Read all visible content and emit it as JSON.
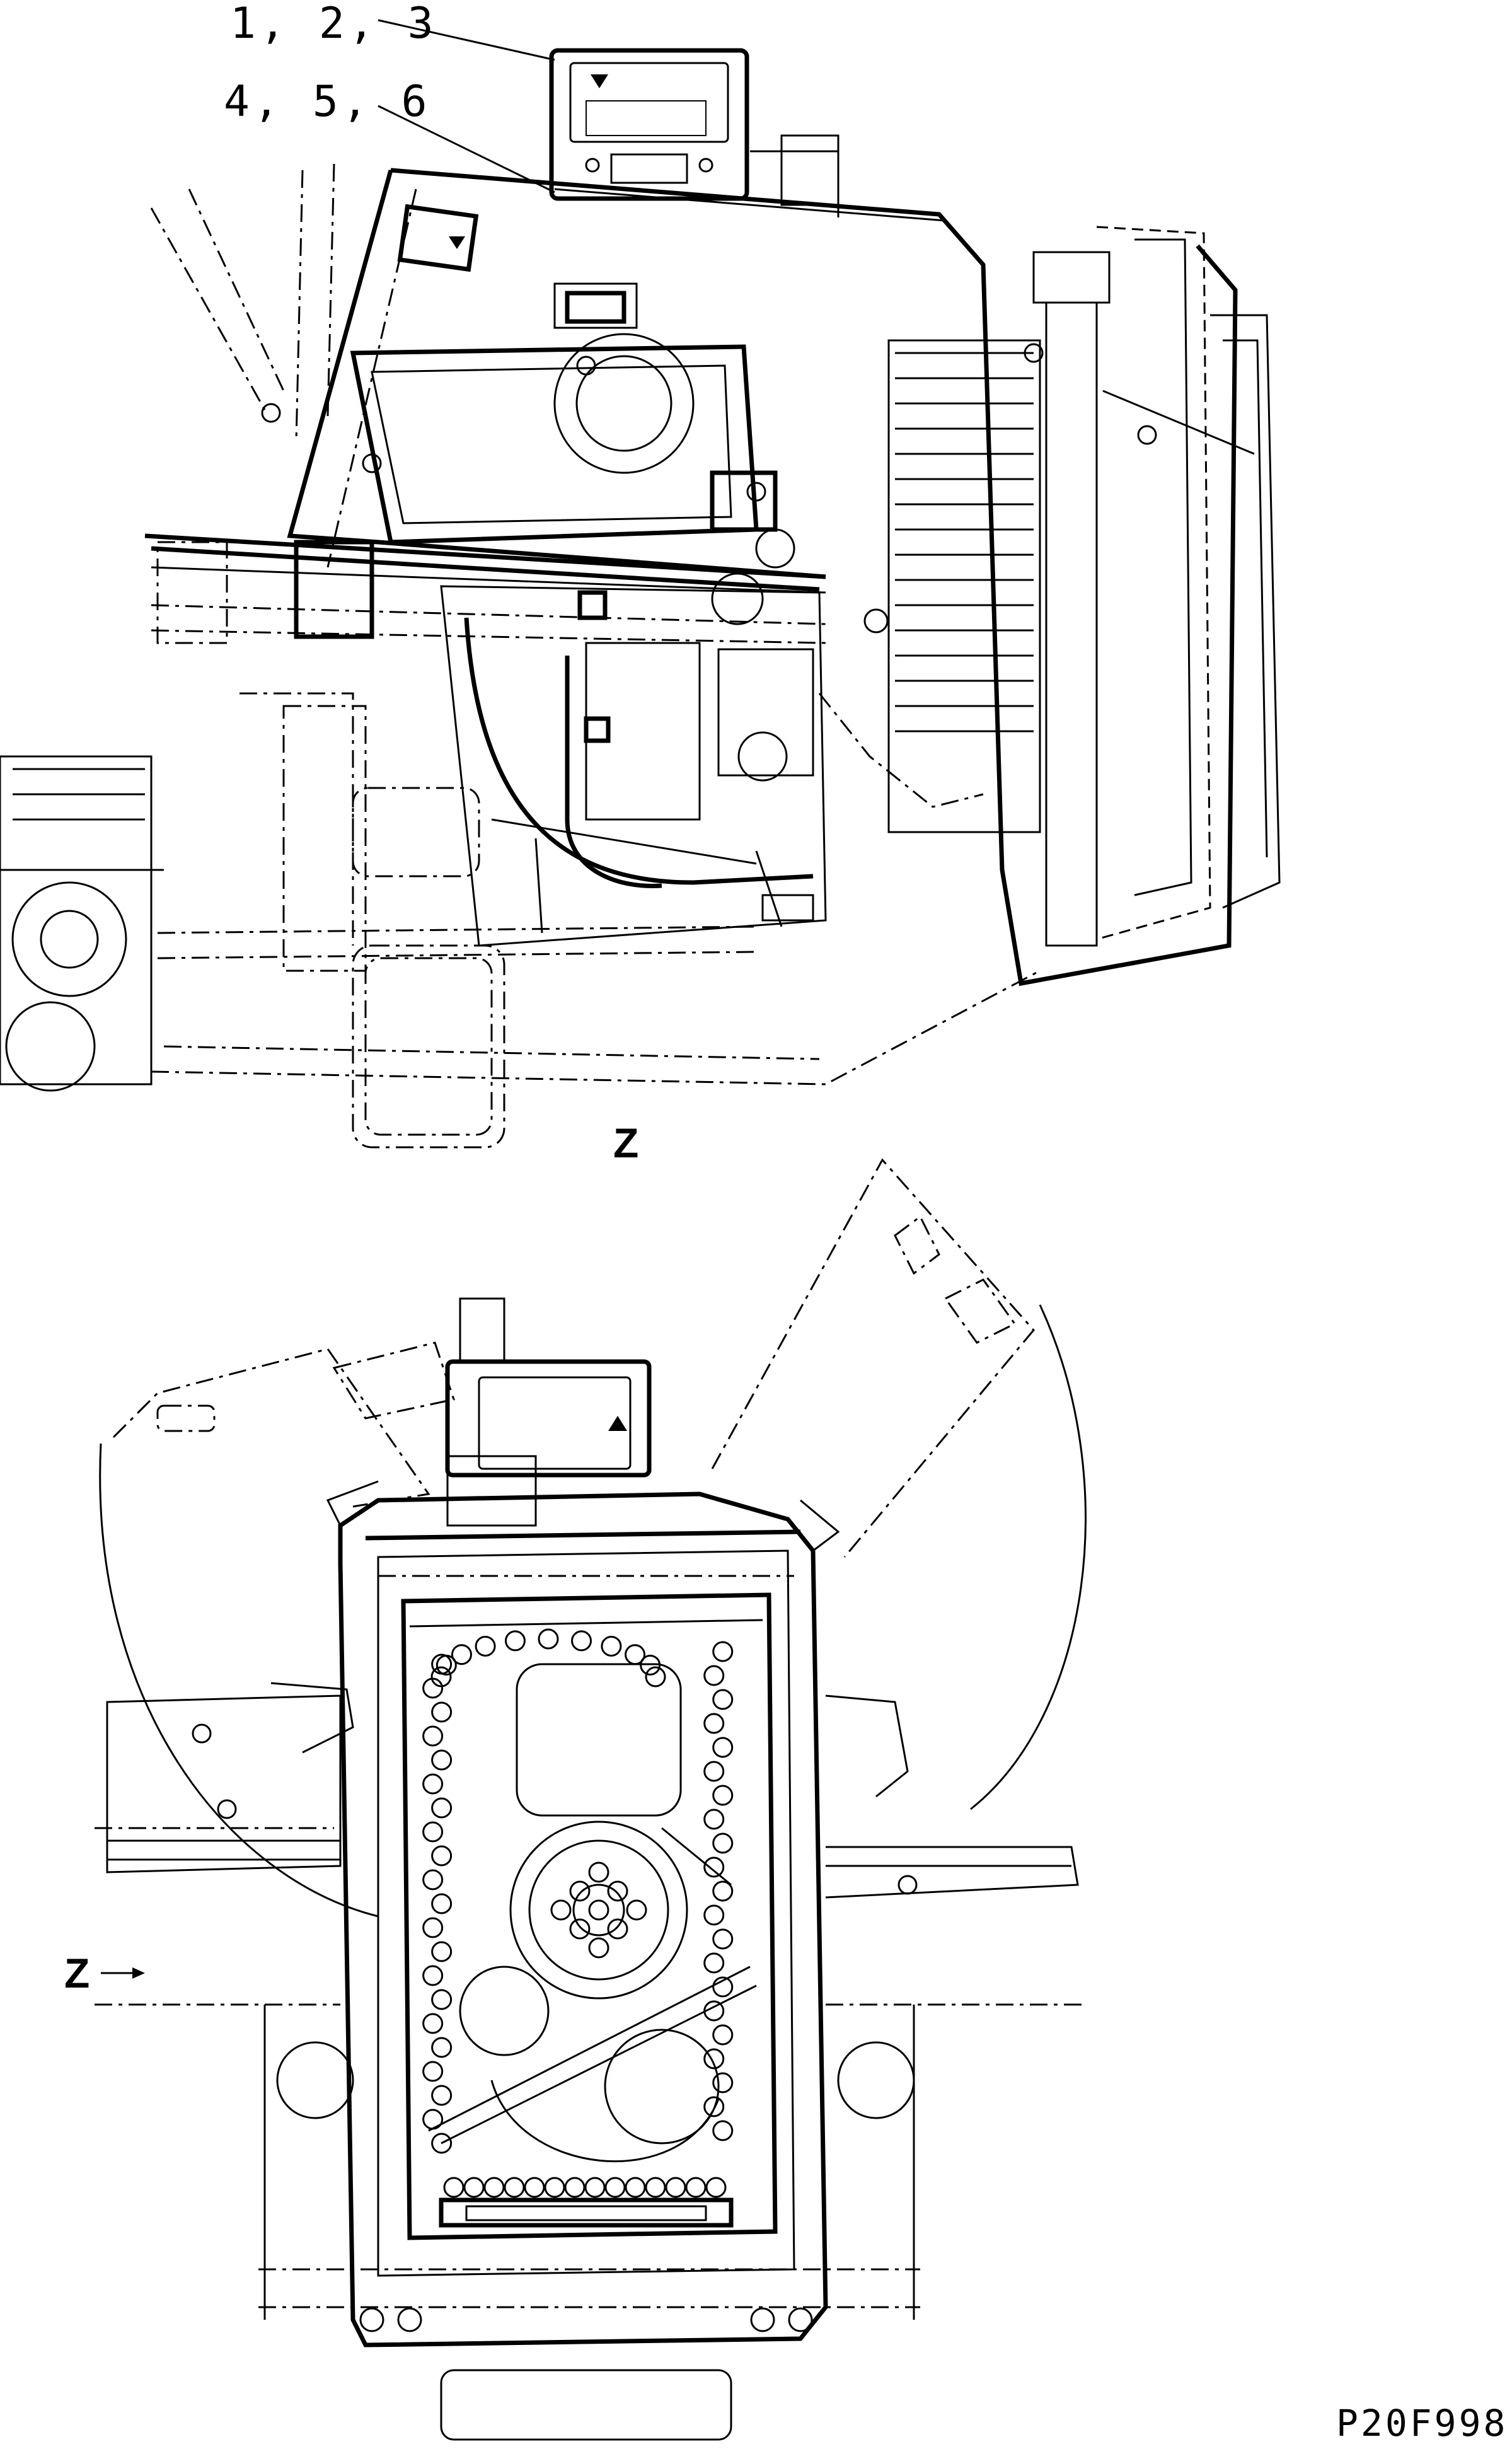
{
  "callouts": {
    "top": "1, 2, 3",
    "second": "4, 5, 6"
  },
  "view_labels": {
    "section": "Z",
    "arrow": "Z"
  },
  "drawing_code": "P20F998",
  "icons": {
    "decal_marker": "triangle-warning-icon",
    "view_arrow": "arrow-right-icon"
  },
  "colors": {
    "line": "#000000",
    "background": "#ffffff"
  }
}
